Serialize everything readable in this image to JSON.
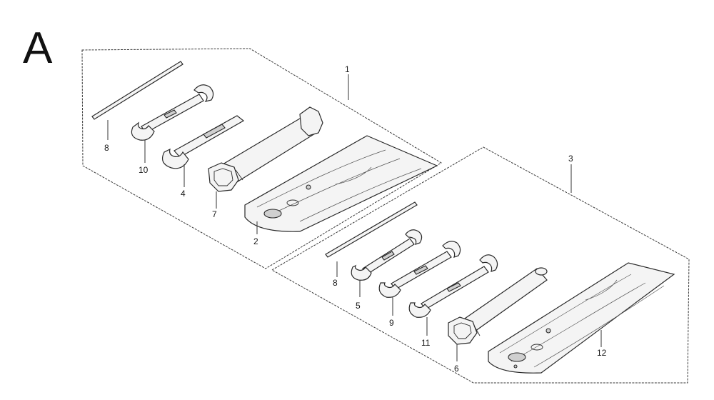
{
  "section_letter": "A",
  "callouts": {
    "c1": "1",
    "c2": "2",
    "c3": "3",
    "c4": "4",
    "c5": "5",
    "c6": "6",
    "c7": "7",
    "c8a": "8",
    "c8b": "8",
    "c9": "9",
    "c10": "10",
    "c11": "11",
    "c12": "12"
  }
}
